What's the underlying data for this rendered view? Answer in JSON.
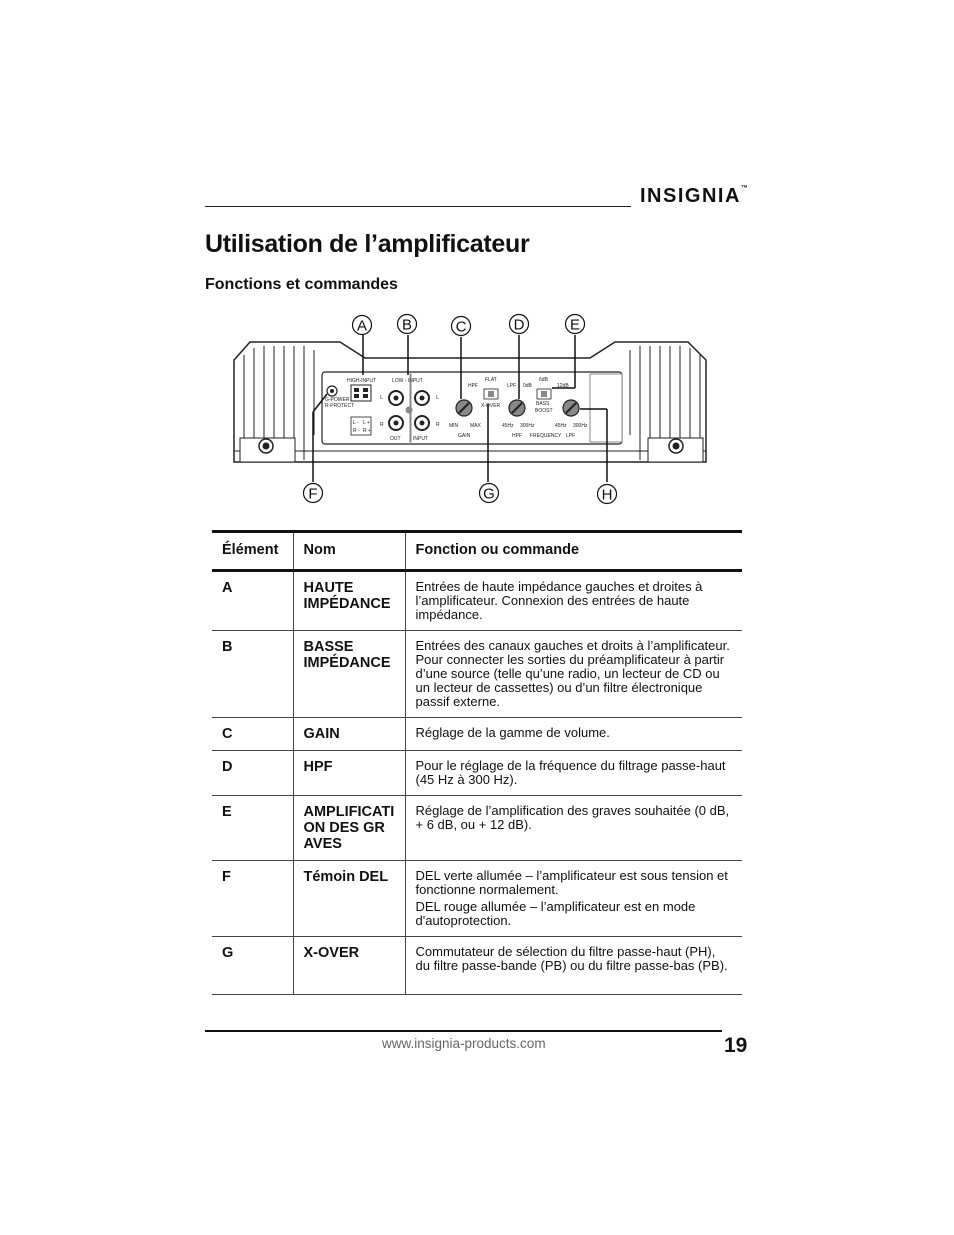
{
  "header": {
    "brand": "INSIGNIA",
    "trademark": "™"
  },
  "page_title": "Utilisation de l’amplificateur",
  "section_title": "Fonctions et commandes",
  "diagram": {
    "callouts": [
      "A",
      "B",
      "C",
      "D",
      "E",
      "F",
      "G",
      "H"
    ],
    "panel_labels": {
      "high_input": "HIGH-INPUT",
      "low_input": "LOW - INPUT",
      "power": "G-POWER",
      "protect": "R-PROTECT",
      "l": "L",
      "r": "R",
      "l_minus": "L -",
      "l_plus": "L +",
      "r_minus": "R -",
      "r_plus": "R +",
      "out": "OUT",
      "input": "INPUT",
      "hpf": "HPF",
      "flat": "FLAT",
      "lpf": "LPF",
      "x_over": "X-OVER",
      "min": "MIN",
      "max": "MAX",
      "gain": "GAIN",
      "db0": "0dB",
      "db6": "6dB",
      "db12": "12dB",
      "bass_boost_1": "BASS",
      "bass_boost_2": "BOOST",
      "hz45_a": "45Hz",
      "hz300_a": "300Hz",
      "hz45_b": "45Hz",
      "hz300_b": "300Hz",
      "hpf_bottom": "HPF",
      "frequency": "FREQUENCY",
      "lpf_bottom": "LPF"
    }
  },
  "table": {
    "headers": [
      "Élément",
      "Nom",
      "Fonction ou commande"
    ],
    "rows": [
      {
        "element": "A",
        "name": "HAUTE IMPÉDANCE",
        "function": [
          "Entrées de haute impédance gauches et droites à l’amplificateur. Connexion des entrées de haute impédance."
        ]
      },
      {
        "element": "B",
        "name": "BASSE IMPÉDANCE",
        "function": [
          "Entrées des canaux gauches et droits à l’amplificateur. Pour connecter les sorties du préamplificateur à partir d’une source (telle qu’une radio, un lecteur de CD ou un lecteur de cassettes) ou d’un filtre électronique passif externe."
        ]
      },
      {
        "element": "C",
        "name": "GAIN",
        "function": [
          "Réglage de la gamme de volume."
        ]
      },
      {
        "element": "D",
        "name": "HPF",
        "function": [
          "Pour le réglage de la fréquence du filtrage passe-haut (45 Hz à 300 Hz)."
        ]
      },
      {
        "element": "E",
        "name": "AMPLIFICATION DES GRAVES",
        "function": [
          "Réglage de l’amplification des graves souhaitée (0 dB, + 6 dB, ou + 12 dB)."
        ]
      },
      {
        "element": "F",
        "name": "Témoin DEL",
        "function": [
          "DEL verte allumée – l’amplificateur est sous tension et fonctionne normalement.",
          "DEL rouge allumée – l’amplificateur est en mode d'autoprotection."
        ]
      },
      {
        "element": "G",
        "name": "X-OVER",
        "function": [
          "Commutateur de sélection du filtre passe-haut (PH), du filtre passe-bande (PB) ou du filtre passe-bas (PB)."
        ]
      }
    ]
  },
  "footer": {
    "url": "www.insignia-products.com",
    "page_number": "19"
  }
}
